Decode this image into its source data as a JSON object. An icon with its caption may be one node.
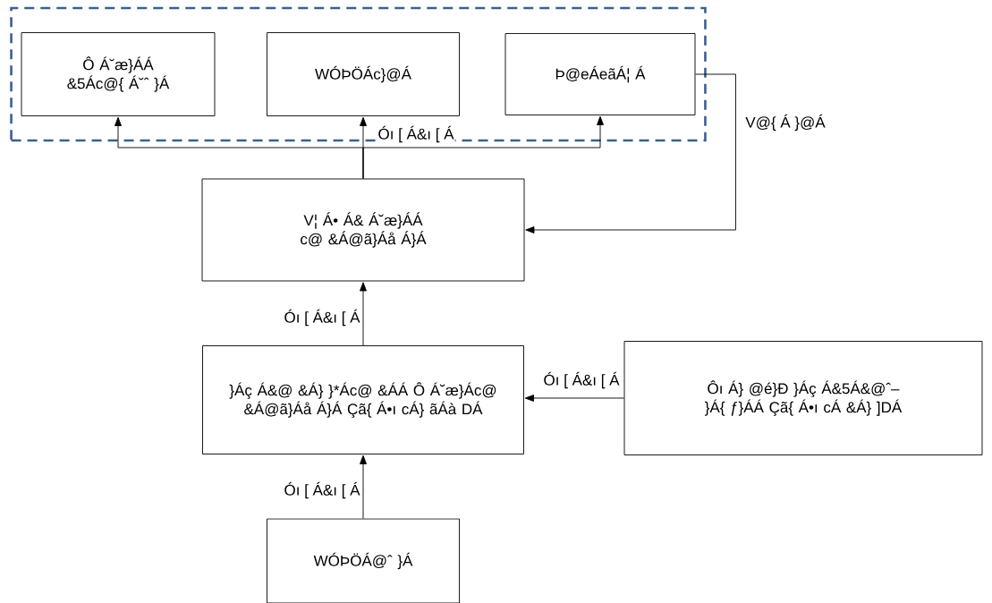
{
  "diagram": {
    "nodes": [
      {
        "text": [],
        "shape": "box"
      },
      {
        "text": [
          "Ô Á˘æ}ÁÁ &5Ác@{ Á˘ˆ }Á"
        ],
        "in": 0
      },
      {
        "text": [
          "WÓÞÖÁc}@Á"
        ],
        "in": 0
      },
      {
        "text": [
          "Þ@eÁeãÁ¦ Á"
        ],
        "in": 0
      },
      {
        "text": [
          "V¦ Á• Á& Á˘æ}ÁÁ c@ &Á@ã}Áå Á}Á"
        ]
      },
      {
        "text": [
          "}Áç Á&@ &Á} }*Ác@ &ÁÁ Ô Á˘æ}Ác@ &Á@ã}Áå Á}Á Çã{ Á•ı cÁ} ãÁà DÁ"
        ]
      },
      {
        "text": [
          "Ôı Á} @é}Ð }Áç Á&5Á&@ˆ–}Á{ ƒ}ÁÁ Çã{ Á•ı cÁ &Á} ]DÁ"
        ]
      },
      {
        "text": [
          "WÓÞÖÁ@ˆ }Á"
        ]
      }
    ],
    "edges": [
      {
        "from": 4,
        "to": 1,
        "arrow": "to"
      },
      {
        "from": 4,
        "to": 2,
        "arrow": "to",
        "label": "Óı [ Á&ı [ Á"
      },
      {
        "from": 4,
        "to": 3,
        "arrow": "to"
      },
      {
        "from": 3,
        "to": 4,
        "arrow": "to",
        "label": "V@{ Á }@Á"
      },
      {
        "from": 5,
        "to": 4,
        "arrow": "to",
        "label": "Óı [ Á&ı [ Á"
      },
      {
        "from": 6,
        "to": 5,
        "arrow": "to",
        "label": "Óı [ Á&ı [ Á"
      },
      {
        "from": 7,
        "to": 5,
        "arrow": "to",
        "label": "Óı [ Á&ı [ Á"
      }
    ]
  }
}
